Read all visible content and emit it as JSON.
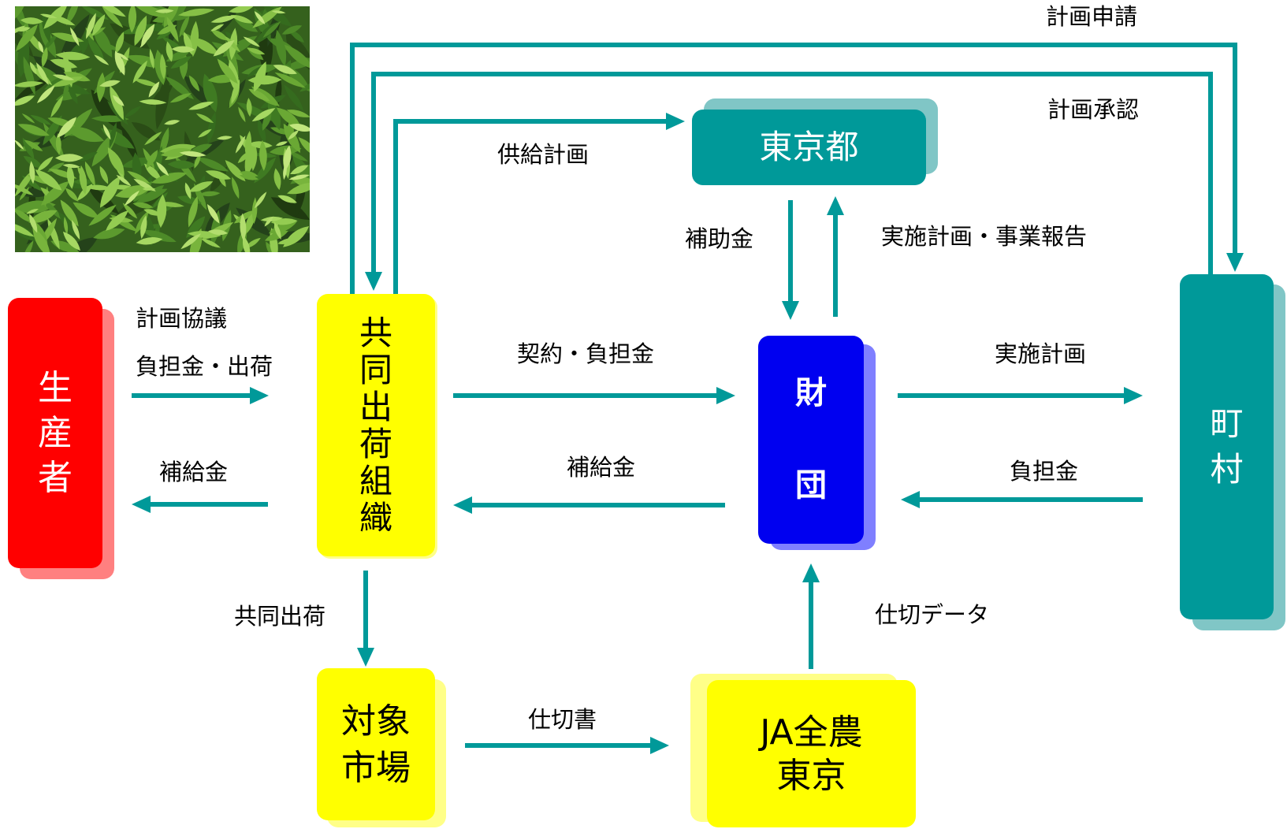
{
  "nodes": {
    "producer": {
      "label": "生産者"
    },
    "shipping_org": {
      "label": "共同出荷組織"
    },
    "tokyo_metro": {
      "label": "東京都"
    },
    "foundation": {
      "label": "財団"
    },
    "town": {
      "label": "町村"
    },
    "market": {
      "lines": [
        "対象",
        "市場"
      ]
    },
    "ja_zennoh": {
      "lines": [
        "JA全農",
        "東京"
      ]
    }
  },
  "edges": {
    "shipping_org_to_town": {
      "label": "計画申請"
    },
    "town_to_shipping_org": {
      "label": "計画承認"
    },
    "shipping_org_to_tokyo_metro": {
      "label": "供給計画"
    },
    "tokyo_metro_to_foundation": {
      "label": "補助金"
    },
    "foundation_to_tokyo_metro": {
      "label": "実施計画・事業報告"
    },
    "producer_to_shipping_org": {
      "labels": [
        "計画協議",
        "負担金・出荷"
      ]
    },
    "shipping_org_to_producer": {
      "label": "補給金"
    },
    "shipping_org_to_foundation": {
      "label": "契約・負担金"
    },
    "foundation_to_shipping_org": {
      "label": "補給金"
    },
    "foundation_to_town": {
      "label": "実施計画"
    },
    "town_to_foundation": {
      "label": "負担金"
    },
    "shipping_org_to_market": {
      "label": "共同出荷"
    },
    "market_to_ja_zennoh": {
      "label": "仕切書"
    },
    "ja_zennoh_to_foundation": {
      "label": "仕切データ"
    }
  },
  "colors": {
    "producer": "#ff0000",
    "producer-shadow": "#ff8080",
    "yellow": "#ffff00",
    "yellow-shadow": "#ffff88",
    "teal": "#009999",
    "teal-shadow": "#80c6c6",
    "blue": "#0000f0",
    "blue-shadow": "#7f7fff",
    "arrow": "#009999",
    "label-text": "#000000",
    "node-text-light": "#ffffff"
  }
}
